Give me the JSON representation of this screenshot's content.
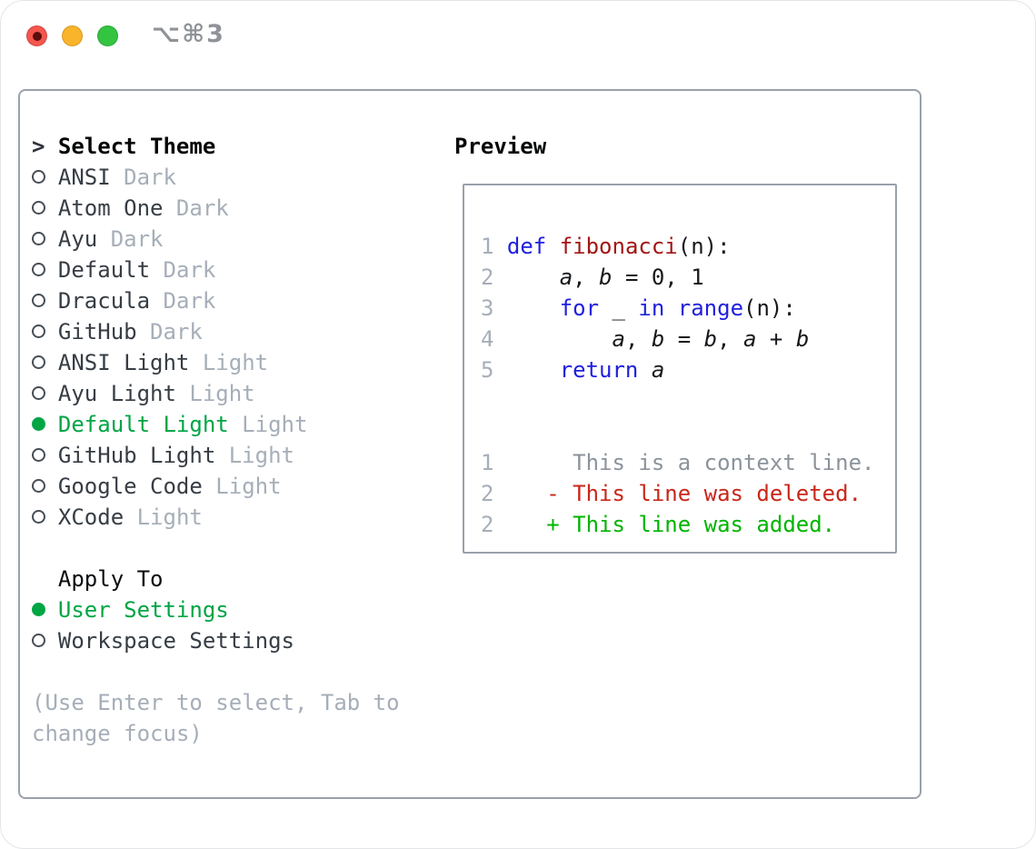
{
  "window": {
    "shortcut": "⌥⌘3",
    "traffic_lights": {
      "close": "#f4564e",
      "minimize": "#f9b42a",
      "maximize": "#33c442"
    }
  },
  "theme_picker": {
    "title": {
      "prompt": ">",
      "label": "Select Theme"
    },
    "themes": [
      {
        "name": "ANSI",
        "tag": "Dark",
        "selected": false
      },
      {
        "name": "Atom One",
        "tag": "Dark",
        "selected": false
      },
      {
        "name": "Ayu",
        "tag": "Dark",
        "selected": false
      },
      {
        "name": "Default",
        "tag": "Dark",
        "selected": false
      },
      {
        "name": "Dracula",
        "tag": "Dark",
        "selected": false
      },
      {
        "name": "GitHub",
        "tag": "Dark",
        "selected": false
      },
      {
        "name": "ANSI Light",
        "tag": "Light",
        "selected": false
      },
      {
        "name": "Ayu Light",
        "tag": "Light",
        "selected": false
      },
      {
        "name": "Default Light",
        "tag": "Light",
        "selected": true
      },
      {
        "name": "GitHub Light",
        "tag": "Light",
        "selected": false
      },
      {
        "name": "Google Code",
        "tag": "Light",
        "selected": false
      },
      {
        "name": "XCode",
        "tag": "Light",
        "selected": false
      }
    ],
    "apply_to": {
      "label": "Apply To",
      "options": [
        {
          "name": "User Settings",
          "selected": true
        },
        {
          "name": "Workspace Settings",
          "selected": false
        }
      ]
    },
    "help": [
      "(Use Enter to select, Tab to",
      "change focus)"
    ]
  },
  "preview": {
    "title": "Preview",
    "lines": [
      {
        "no": "1",
        "segs": [
          [
            "pl",
            " "
          ],
          [
            "kw",
            "def"
          ],
          [
            "pl",
            " "
          ],
          [
            "fn",
            "fibonacci"
          ],
          [
            "pl",
            "(n):"
          ]
        ]
      },
      {
        "no": "2",
        "segs": [
          [
            "pl",
            "     "
          ],
          [
            "va",
            "a"
          ],
          [
            "pl",
            ", "
          ],
          [
            "va",
            "b"
          ],
          [
            "pl",
            " = 0, 1"
          ]
        ]
      },
      {
        "no": "3",
        "segs": [
          [
            "pl",
            "     "
          ],
          [
            "kw",
            "for"
          ],
          [
            "pl",
            " _ "
          ],
          [
            "kw",
            "in"
          ],
          [
            "pl",
            " "
          ],
          [
            "kw",
            "range"
          ],
          [
            "pl",
            "(n):"
          ]
        ]
      },
      {
        "no": "4",
        "segs": [
          [
            "pl",
            "         "
          ],
          [
            "va",
            "a"
          ],
          [
            "pl",
            ", "
          ],
          [
            "va",
            "b"
          ],
          [
            "pl",
            " = "
          ],
          [
            "va",
            "b"
          ],
          [
            "pl",
            ", "
          ],
          [
            "va",
            "a"
          ],
          [
            "pl",
            " + "
          ],
          [
            "va",
            "b"
          ]
        ]
      },
      {
        "no": "5",
        "segs": [
          [
            "pl",
            "     "
          ],
          [
            "kw",
            "return"
          ],
          [
            "pl",
            " "
          ],
          [
            "va",
            "a"
          ]
        ]
      },
      {
        "no": "",
        "segs": []
      },
      {
        "no": "",
        "segs": []
      },
      {
        "no": "1",
        "segs": [
          [
            "ctx",
            "      This is a context line."
          ]
        ]
      },
      {
        "no": "2",
        "segs": [
          [
            "pl",
            "    "
          ],
          [
            "del",
            "- This line was deleted."
          ]
        ]
      },
      {
        "no": "2",
        "segs": [
          [
            "pl",
            "    "
          ],
          [
            "add",
            "+ This line was added."
          ]
        ]
      }
    ]
  },
  "colors": {
    "accent_green": "#00a544",
    "added_green": "#00b400",
    "deleted_red": "#c9261a",
    "keyword_blue": "#2020dd",
    "function_red": "#a31515",
    "muted_gray": "#a6aeb8",
    "context_gray": "#8b939b",
    "panel_border": "#99a1ab"
  }
}
